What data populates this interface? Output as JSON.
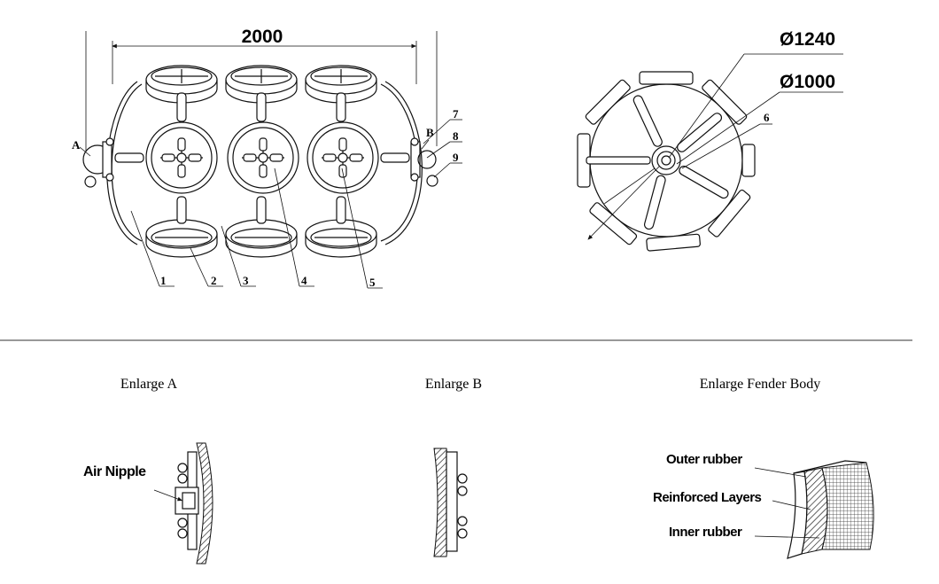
{
  "dimensions": {
    "length": "2000",
    "outer_diameter": "Ø1240",
    "inner_diameter": "Ø1000"
  },
  "callouts": {
    "A": "A",
    "B": "B",
    "n1": "1",
    "n2": "2",
    "n3": "3",
    "n4": "4",
    "n5": "5",
    "n6": "6",
    "n7": "7",
    "n8": "8",
    "n9": "9"
  },
  "captions": {
    "enlarge_a": "Enlarge A",
    "enlarge_b": "Enlarge B",
    "enlarge_body": "Enlarge Fender Body"
  },
  "labels": {
    "air_nipple": "Air Nipple",
    "outer_rubber": "Outer rubber",
    "reinforced_layers": "Reinforced Layers",
    "inner_rubber": "Inner rubber"
  }
}
